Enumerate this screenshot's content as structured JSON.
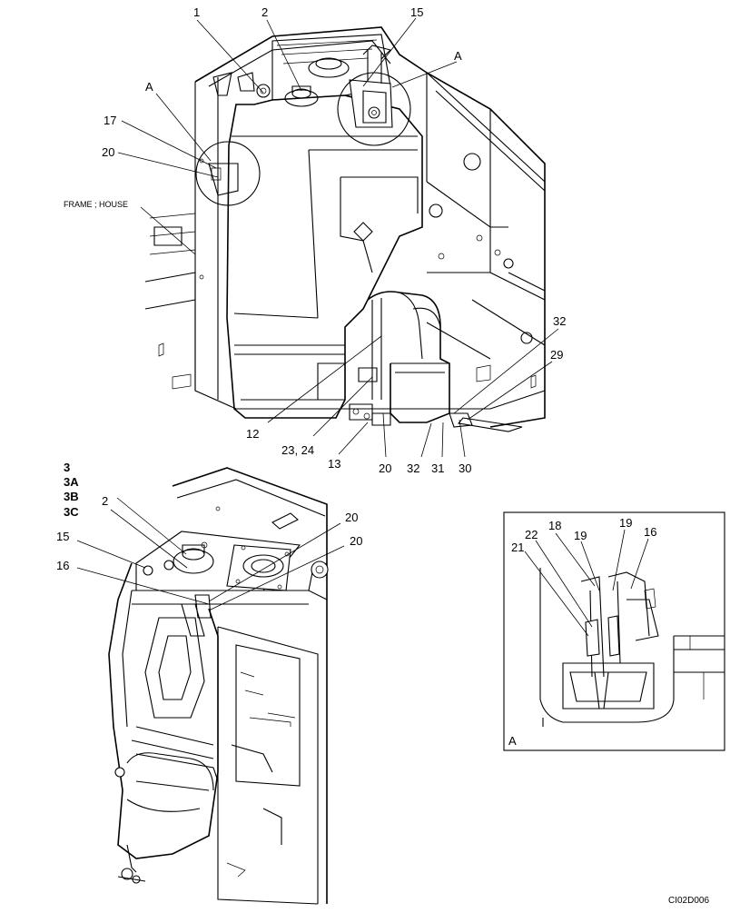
{
  "labels": {
    "top_view": [
      "1",
      "2",
      "15",
      "A",
      "A",
      "17",
      "20",
      "FRAME ; HOUSE",
      "12",
      "23, 24",
      "13",
      "20",
      "32",
      "31",
      "30",
      "32",
      "29"
    ],
    "bottom_view": [
      "3",
      "3A",
      "3B",
      "3C",
      "2",
      "15",
      "16",
      "20",
      "20"
    ],
    "detail_view": [
      "22",
      "18",
      "19",
      "19",
      "16",
      "21",
      "A"
    ]
  },
  "footer": {
    "code": "CI02D006"
  }
}
